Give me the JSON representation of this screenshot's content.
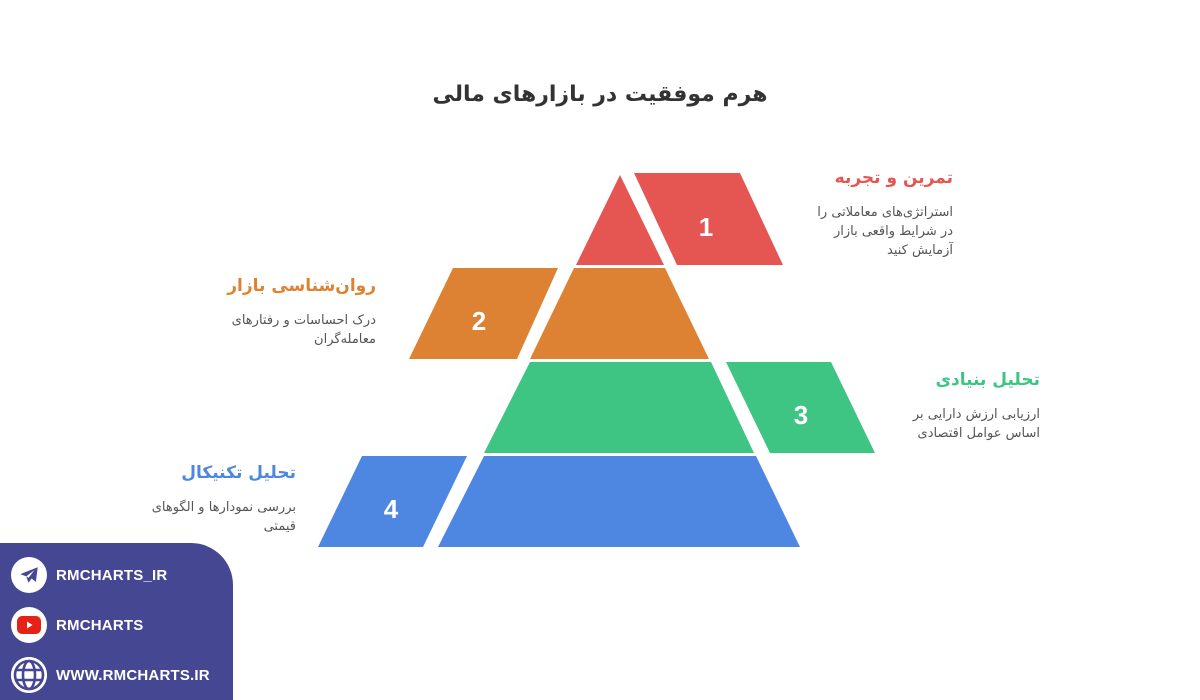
{
  "header": {
    "title": "هرم موفقیت در بازارهای مالی"
  },
  "colors": {
    "tier1": "#E55653",
    "tier2": "#DD8232",
    "tier3": "#3EC483",
    "tier4": "#4E87E2",
    "panel": "#454793",
    "title_text": "#333333",
    "desc_text": "#555555"
  },
  "pyramid": {
    "tiers": [
      {
        "number": "1",
        "title": "تمرین و تجربه",
        "description_lines": [
          "استراتژی‌های معاملاتی را",
          "در شرایط واقعی بازار",
          "آزمایش کنید"
        ],
        "color": "#E55653",
        "side": "right"
      },
      {
        "number": "2",
        "title": "روان‌شناسی بازار",
        "description_lines": [
          "درک احساسات و رفتارهای",
          "معامله‌گران"
        ],
        "color": "#DD8232",
        "side": "left"
      },
      {
        "number": "3",
        "title": "تحلیل بنیادی",
        "description_lines": [
          "ارزیابی ارزش دارایی بر",
          "اساس عوامل اقتصادی"
        ],
        "color": "#3EC483",
        "side": "right"
      },
      {
        "number": "4",
        "title": "تحلیل تکنیکال",
        "description_lines": [
          "بررسی نمودارها و الگوهای",
          "قیمتی"
        ],
        "color": "#4E87E2",
        "side": "left"
      }
    ]
  },
  "social": {
    "items": [
      {
        "icon": "telegram-icon",
        "label": "RMCHARTS_IR"
      },
      {
        "icon": "youtube-icon",
        "label": "RMCHARTS"
      },
      {
        "icon": "globe-icon",
        "label": "WWW.RMCHARTS.IR"
      }
    ]
  }
}
